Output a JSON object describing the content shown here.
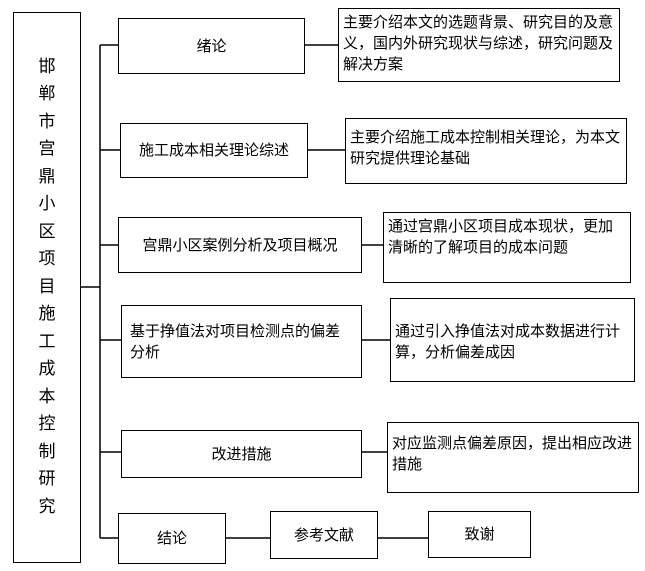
{
  "title": "邯郸市宫鼎小区项目施工成本控制研究",
  "sections": [
    {
      "label": "绪论",
      "desc": "主要介绍本文的选题背景、研究目的及意义，国内外研究现状与综述，研究问题及解决方案"
    },
    {
      "label": "施工成本相关理论综述",
      "desc": "主要介绍施工成本控制相关理论，为本文研究提供理论基础"
    },
    {
      "label": "宫鼎小区案例分析及项目概况",
      "desc": "通过宫鼎小区项目成本现状，更加清晰的了解项目的成本问题"
    },
    {
      "label": "基于挣值法对项目检测点的偏差分析",
      "desc": "通过引入挣值法对成本数据进行计算，分析偏差成因"
    },
    {
      "label": "改进措施",
      "desc": "对应监测点偏差原因，提出相应改进措施"
    }
  ],
  "final": {
    "label": "结论",
    "references": "参考文献",
    "thanks": "致谢"
  }
}
